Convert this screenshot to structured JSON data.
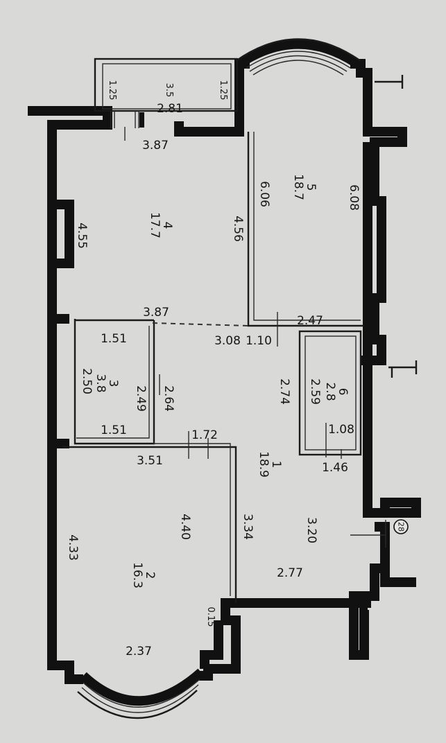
{
  "plan": {
    "rooms": [
      {
        "id": "room-1",
        "number": "1",
        "area": "18.9"
      },
      {
        "id": "room-2",
        "number": "2",
        "area": "16.3"
      },
      {
        "id": "room-3",
        "number": "3",
        "area": "3.8"
      },
      {
        "id": "room-4",
        "number": "4",
        "area": "17.7"
      },
      {
        "id": "room-5",
        "number": "5",
        "area": "18.7"
      },
      {
        "id": "room-6",
        "number": "6",
        "area": "2.8"
      }
    ],
    "dimensions": [
      "1.25",
      "3.5",
      "2.81",
      "1.25",
      "3.87",
      "4.55",
      "4.56",
      "6.06",
      "6.08",
      "3.87",
      "2.47",
      "1.51",
      "3.08",
      "1.10",
      "2.50",
      "2.49",
      "2.64",
      "2.74",
      "2.59",
      "1.51",
      "1.72",
      "1.08",
      "3.51",
      "1.46",
      "4.40",
      "3.34",
      "3.20",
      "4.33",
      "2.77",
      "0.15",
      "2.37"
    ],
    "marker": "28"
  }
}
